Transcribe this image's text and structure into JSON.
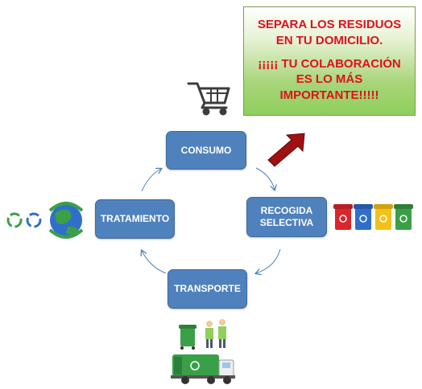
{
  "nodes": {
    "consumo": "CONSUMO",
    "recogida_line1": "RECOGIDA",
    "recogida_line2": "SELECTIVA",
    "transporte": "TRANSPORTE",
    "tratamiento": "TRATAMIENTO"
  },
  "notice": {
    "line1": "SEPARA LOS RESIDUOS",
    "line2": "EN TU DOMICILIO.",
    "line3": "¡¡¡¡¡ TU COLABORACIÓN",
    "line4": "ES LO MÁS",
    "line5": "IMPORTANTE!!!!!"
  },
  "colors": {
    "node_fill": "#4f81bd",
    "notice_text": "#e0101a",
    "cycle_arrow": "#4f81bd",
    "big_arrow": "#a01010",
    "bin_colors": [
      "#d9262c",
      "#2f6fc9",
      "#f2c21a",
      "#3aa047"
    ]
  },
  "icons": [
    "shopping-cart-icon",
    "recycling-bins-icon",
    "recycle-symbols-globe-icon",
    "workers-bin-icon",
    "garbage-truck-icon"
  ]
}
